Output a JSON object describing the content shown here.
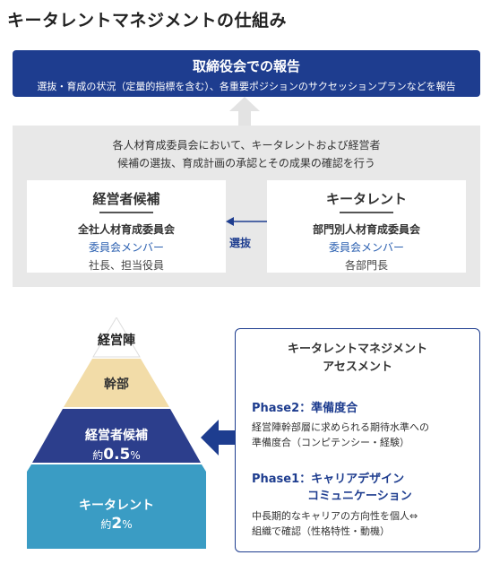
{
  "title": "キータレントマネジメントの仕組み",
  "board": {
    "heading": "取締役会での報告",
    "sub": "選抜・育成の状況（定量的指標を含む）、各重要ポジションのサクセッションプランなどを報告"
  },
  "committee_text": {
    "line1": "各人材育成委員会において、キータレントおよび経営者",
    "line2": "候補の選抜、育成計画の承認とその成果の確認を行う"
  },
  "left_card": {
    "heading": "経営者候補",
    "committee": "全社人材育成委員会",
    "members_label": "委員会メンバー",
    "members": "社長、担当役員"
  },
  "right_card": {
    "heading": "キータレント",
    "committee": "部門別人材育成委員会",
    "members_label": "委員会メンバー",
    "members": "各部門長"
  },
  "selection_label": "選抜",
  "pyramid": {
    "top": "経営陣",
    "second": "幹部",
    "third_name": "経営者候補",
    "third_pct_prefix": "約",
    "third_pct": "0.5",
    "third_pct_unit": "%",
    "bottom_name": "キータレント",
    "bottom_pct_prefix": "約",
    "bottom_pct": "2",
    "bottom_pct_unit": "%",
    "colors": {
      "top": "#ffffff",
      "second": "#f2dca8",
      "third": "#2c3e8c",
      "bottom": "#3a9cc4"
    }
  },
  "assessment": {
    "title1": "キータレントマネジメント",
    "title2": "アセスメント",
    "phase2_label": "Phase2：準備度合",
    "phase2_desc1": "経営陣幹部層に求められる期待水準への",
    "phase2_desc2": "準備度合（コンピテンシー・経験）",
    "phase1_label": "Phase1：キャリアデザイン",
    "phase1_label2": "コミュニケーション",
    "phase1_desc1": "中長期的なキャリアの方向性を個人⇔",
    "phase1_desc2": "組織で確認（性格特性・動機）"
  }
}
